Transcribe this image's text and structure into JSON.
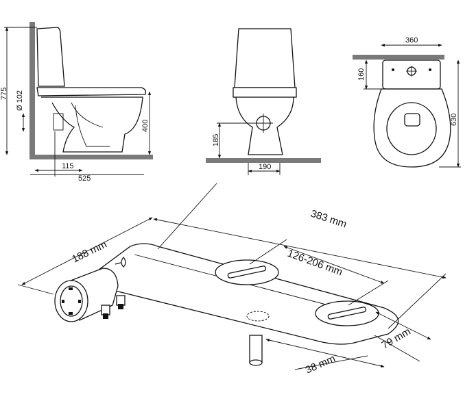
{
  "side_view": {
    "height_total": "775",
    "pipe_diameter": "Ø 102",
    "seat_height": "400",
    "outlet_offset": "115",
    "depth_partial": "525"
  },
  "front_view": {
    "outlet_height": "185",
    "base_width": "190"
  },
  "top_view": {
    "width": "360",
    "tank_depth": "160",
    "total_depth": "630"
  },
  "bidet_attachment": {
    "arm_length": "188 mm",
    "total_length": "383 mm",
    "hole_spacing": "126-206 mm",
    "slot_width": "79 mm",
    "inlet_width": "38 mm"
  }
}
